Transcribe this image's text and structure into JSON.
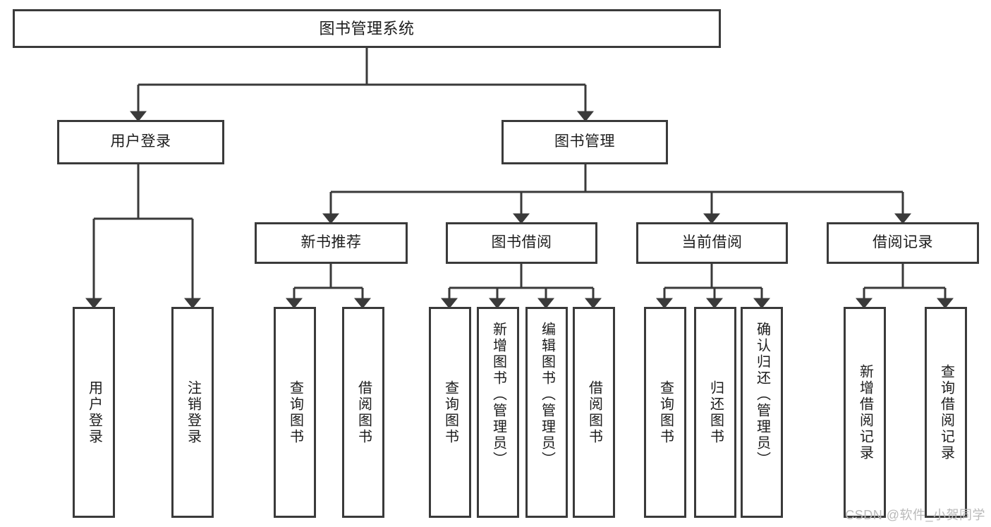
{
  "diagram": {
    "title": "图书管理系统",
    "type": "tree-hierarchy-chart",
    "root": {
      "label": "图书管理系统"
    },
    "level1": [
      {
        "label": "用户登录"
      },
      {
        "label": "图书管理"
      }
    ],
    "level2": [
      {
        "label": "新书推荐"
      },
      {
        "label": "图书借阅"
      },
      {
        "label": "当前借阅"
      },
      {
        "label": "借阅记录"
      }
    ],
    "leaves": {
      "user_login": [
        {
          "label": "用户登录"
        },
        {
          "label": "注销登录"
        }
      ],
      "new_book_recommend": [
        {
          "label": "查询图书"
        },
        {
          "label": "借阅图书"
        }
      ],
      "book_borrow": [
        {
          "label": "查询图书"
        },
        {
          "label": "新增图书（管理员）"
        },
        {
          "label": "编辑图书（管理员）"
        },
        {
          "label": "借阅图书"
        }
      ],
      "current_borrow": [
        {
          "label": "查询图书"
        },
        {
          "label": "归还图书"
        },
        {
          "label": "确认归还（管理员）"
        }
      ],
      "borrow_record": [
        {
          "label": "新增借阅记录"
        },
        {
          "label": "查询借阅记录"
        }
      ]
    }
  },
  "watermark": {
    "text": "CSDN @软件_小贺同学"
  },
  "colors": {
    "stroke": "#3a3a3a",
    "background": "#ffffff",
    "text": "#1c1c1c",
    "watermark": "#b9b9b9"
  }
}
